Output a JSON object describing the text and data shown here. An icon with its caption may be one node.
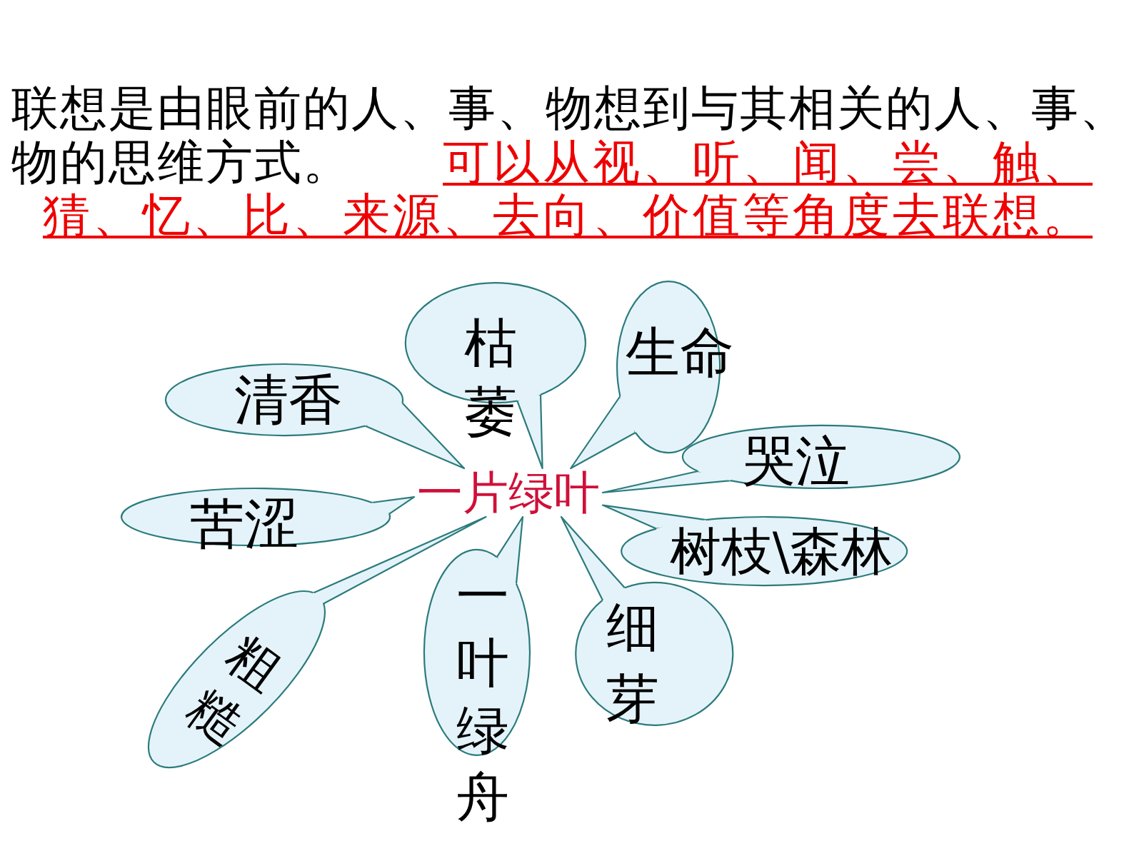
{
  "diagram": {
    "nodes": [
      {
        "text": [
          "一片绿叶"
        ]
      },
      {
        "text": [
          "枯萎"
        ]
      },
      {
        "text": [
          "生命"
        ]
      },
      {
        "text": [
          "清香"
        ]
      },
      {
        "text": [
          "哭泣"
        ]
      },
      {
        "text": [
          "苦涩"
        ]
      },
      {
        "text": [
          "树枝\\森林"
        ]
      },
      {
        "text": [
          "粗糙"
        ]
      },
      {
        "text": [
          "一叶绿舟"
        ]
      },
      {
        "text": [
          "细芽"
        ]
      }
    ],
    "edges": [
      {
        "from": 1,
        "to": 0,
        "arrow": "none"
      },
      {
        "from": 2,
        "to": 0,
        "arrow": "none"
      },
      {
        "from": 3,
        "to": 0,
        "arrow": "none"
      },
      {
        "from": 4,
        "to": 0,
        "arrow": "none"
      },
      {
        "from": 5,
        "to": 0,
        "arrow": "none"
      },
      {
        "from": 6,
        "to": 0,
        "arrow": "none"
      },
      {
        "from": 7,
        "to": 0,
        "arrow": "none"
      },
      {
        "from": 8,
        "to": 0,
        "arrow": "none"
      },
      {
        "from": 9,
        "to": 0,
        "arrow": "none"
      }
    ],
    "labels": [
      "联想是由眼前的人、事、物想到与其相关的人、事、物的思维方式。",
      "可以从视、听、闻、尝、触、猜、忆、比、来源、去向、价值等角度去联想。"
    ]
  }
}
